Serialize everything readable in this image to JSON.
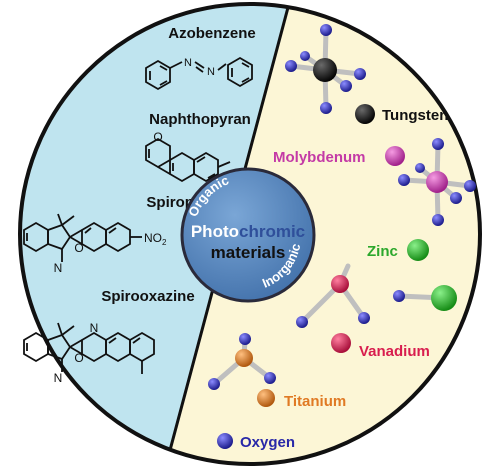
{
  "organic_molecules": [
    {
      "name": "Azobenzene"
    },
    {
      "name": "Naphthopyran"
    },
    {
      "name": "Spiropyran",
      "substituent": "NO",
      "substituent_sub": "2"
    },
    {
      "name": "Spirooxazine"
    }
  ],
  "structure_atoms": {
    "N": "N",
    "O": "O"
  },
  "center": {
    "prefix": "Photo",
    "highlight": "chromic",
    "line2": "materials",
    "arc_organic": "Organic",
    "arc_inorganic": "Inorganic"
  },
  "elements": {
    "tungsten": "Tungsten",
    "molybdenum": "Molybdenum",
    "zinc": "Zinc",
    "vanadium": "Vanadium",
    "titanium": "Titanium",
    "oxygen": "Oxygen"
  },
  "colors": {
    "organic_bg": "#bfe4ef",
    "inorganic_bg": "#fcf6d6",
    "center_fill": "#5f8fc4",
    "highlight_text": "#2f4f9a",
    "tungsten": "#151515",
    "molybdenum": "#c43aa6",
    "zinc": "#2cb52c",
    "vanadium": "#d81d4e",
    "titanium": "#e07a24",
    "oxygen": "#2828a8"
  }
}
